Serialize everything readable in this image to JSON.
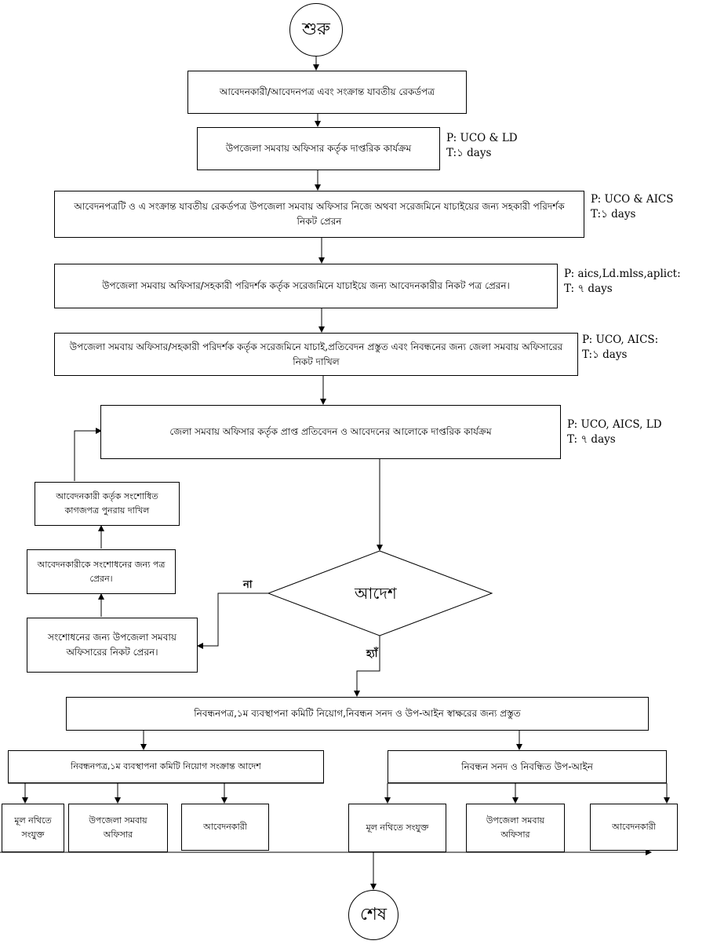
{
  "start": "শুরু",
  "end": "শেষ",
  "steps": [
    "আবেদনকারী/আবেদনপত্র এবং সংক্রান্ত যাবতীয় রেকর্ডপত্র",
    "উপজেলা সমবায় অফিসার কর্তৃক দাপ্তরিক কার্যক্রম",
    "আবেদনপত্রটি ও এ সংক্রান্ত যাবতীয় রেকর্ডপত্র উপজেলা সমবায় অফিসার নিজে অথবা সরেজমিনে যাচাইয়ের জন্য সহকারী পরিদর্শক নিকট প্রেরন",
    "উপজেলা সমবায় অফিসার/সহকারী পরিদর্শক কর্তৃক সরেজমিনে যাচাইয়ে জন্য আবেদনকারীর নিকট পত্র প্রেরন।",
    "উপজেলা সমবায় অফিসার/সহকারী পরিদর্শক কর্তৃক সরেজমিনে যাচাই,প্রতিবেদন প্রস্তুত এবং নিবন্ধনের জন্য জেলা সমবায় অফিসারের নিকট দাখিল",
    "জেলা সমবায় অফিসার কর্তৃক প্রাপ্ত প্রতিবেদন ও আবেদনের আলোকে দাপ্তরিক কার্যক্রম"
  ],
  "notes": [
    {
      "p": "P: UCO & LD",
      "t": "T:১ days"
    },
    {
      "p": "P: UCO & AICS",
      "t": "T:১ days"
    },
    {
      "p": "P: aics,Ld.mlss,aplict:",
      "t": "T: ৭ days"
    },
    {
      "p": "P: UCO, AICS:",
      "t": "T:১ days"
    },
    {
      "p": "P: UCO, AICS, LD",
      "t": "T: ৭ days"
    }
  ],
  "decision": {
    "label": "আদেশ",
    "no": "না",
    "yes": "হ্যাঁ"
  },
  "correction": [
    "সংশোধনের জন্য উপজেলা সমবায় অফিসারের নিকট প্রেরন।",
    "আবেদনকারীকে সংশোধনের জন্য পত্র প্রেরন।",
    "আবেদনকারী কর্তৃক সংশোধিত কাগজপত্র পুনরায় দাখিল"
  ],
  "prepare": "নিবন্ধনপত্র,১ম ব্যবস্থাপনা কমিটি নিয়োগ,নিবন্ধন সনদ ও উপ-আইন স্বাক্ষরের জন্য প্রস্তুত",
  "left_branch": {
    "title": "নিবন্ধনপত্র,১ম ব্যবস্থাপনা কমিটি নিয়োগ সংক্রান্ত আদেশ",
    "items": [
      "মূল নথিতে সংযুক্ত",
      "উপজেলা সমবায় অফিসার",
      "আবেদনকারী"
    ]
  },
  "right_branch": {
    "title": "নিবন্ধন সনদ ও নিবন্ধিত উপ-আইন",
    "items": [
      "মূল নথিতে সংযুক্ত",
      "উপজেলা সমবায় অফিসার",
      "আবেদনকারী"
    ]
  }
}
